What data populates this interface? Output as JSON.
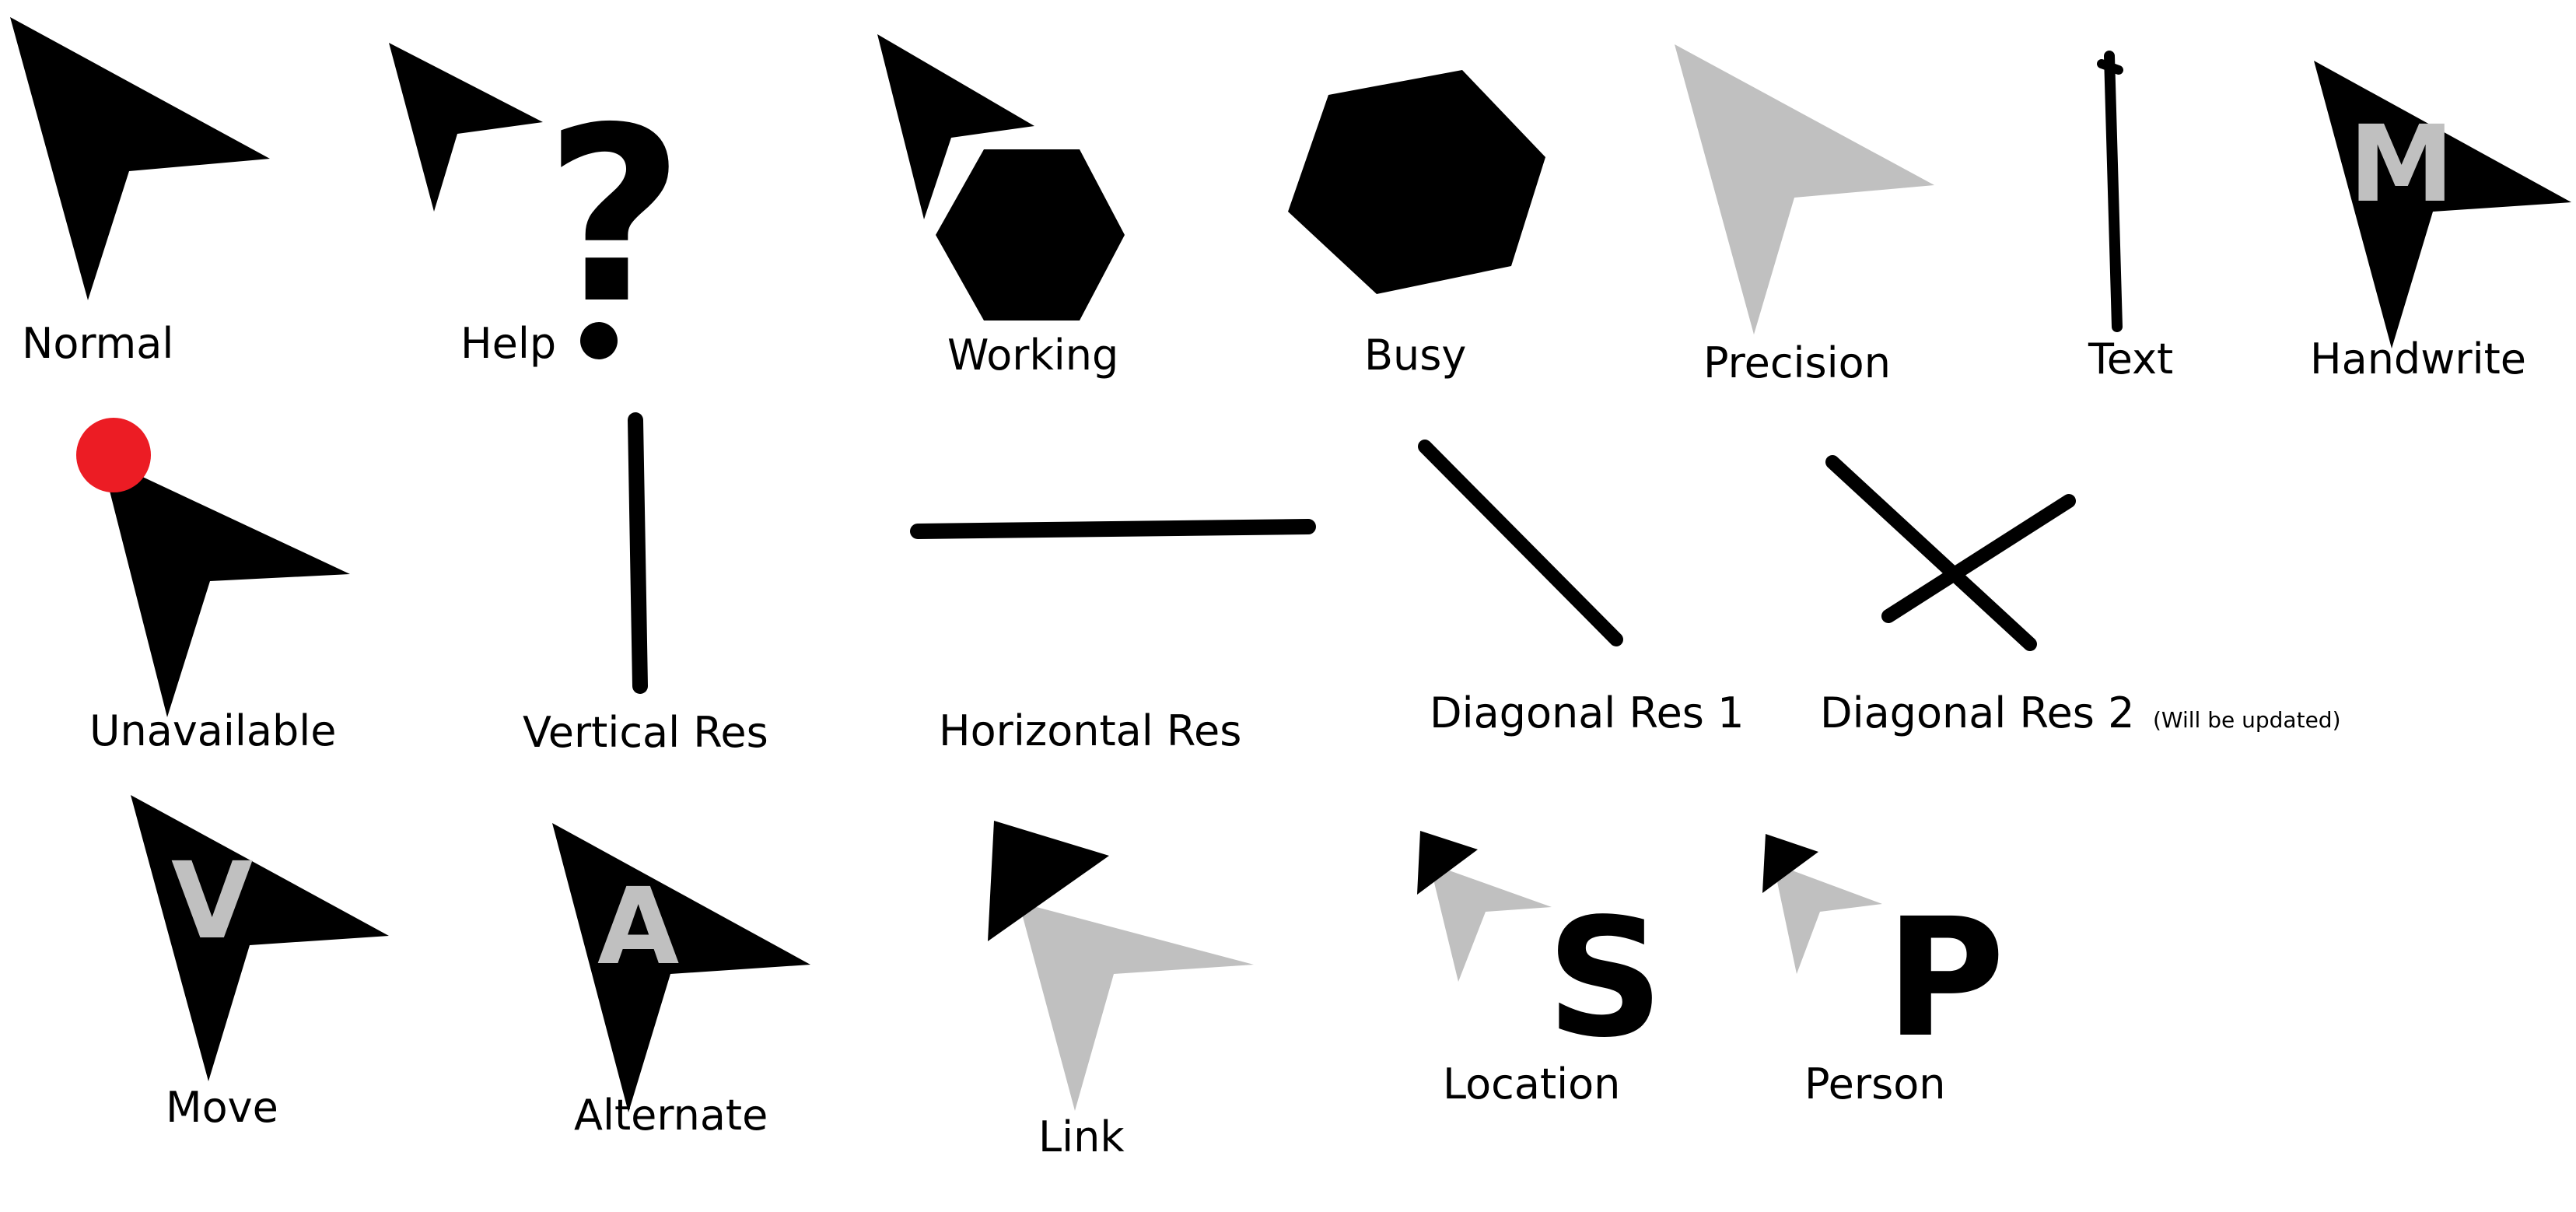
{
  "colors": {
    "black": "#000000",
    "gray": "#c0c0c0",
    "red": "#ec1c24",
    "background": "#ffffff"
  },
  "cursors": {
    "normal": {
      "label": "Normal",
      "icon": "arrow-pointer"
    },
    "help": {
      "label": "Help",
      "icon": "arrow-with-question-mark",
      "glyph": "?"
    },
    "working": {
      "label": "Working",
      "icon": "arrow-with-hexagon"
    },
    "busy": {
      "label": "Busy",
      "icon": "hexagon"
    },
    "precision": {
      "label": "Precision",
      "icon": "gray-arrow"
    },
    "text": {
      "label": "Text",
      "icon": "i-beam"
    },
    "handwrite": {
      "label": "Handwrite",
      "icon": "arrow-with-letter",
      "glyph": "M"
    },
    "unavailable": {
      "label": "Unavailable",
      "icon": "arrow-with-red-dot"
    },
    "vertical_res": {
      "label": "Vertical Res",
      "icon": "vertical-line"
    },
    "horizontal_res": {
      "label": "Horizontal Res",
      "icon": "horizontal-line"
    },
    "diagonal_res_1": {
      "label": "Diagonal Res 1",
      "icon": "diagonal-line"
    },
    "diagonal_res_2": {
      "label": "Diagonal Res 2",
      "note": "(Will be updated)",
      "icon": "crossed-lines"
    },
    "move": {
      "label": "Move",
      "icon": "arrow-with-letter",
      "glyph": "V"
    },
    "alternate": {
      "label": "Alternate",
      "icon": "arrow-with-letter",
      "glyph": "A"
    },
    "link": {
      "label": "Link",
      "icon": "two-tone-arrow"
    },
    "location": {
      "label": "Location",
      "icon": "small-arrow-with-letter",
      "glyph": "S"
    },
    "person": {
      "label": "Person",
      "icon": "small-arrow-with-letter",
      "glyph": "P"
    }
  }
}
